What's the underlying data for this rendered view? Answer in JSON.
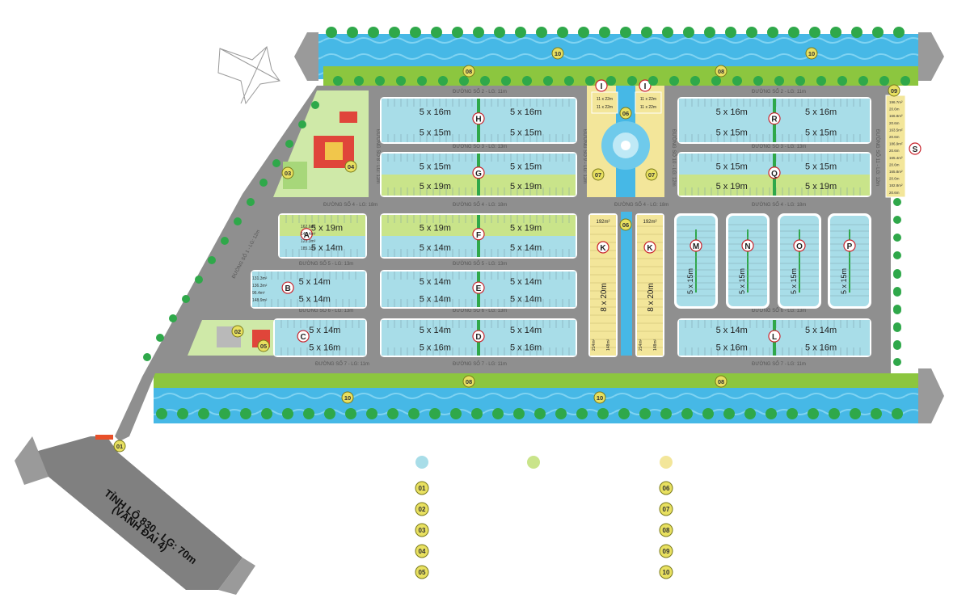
{
  "colors": {
    "lot_blue": "#a8dde8",
    "lot_green": "#c9e48a",
    "lot_yellow": "#f3e69a",
    "water": "#46b8e6",
    "tree": "#2fa84a",
    "road": "#8f8f8f",
    "marker": "#7a7a1a"
  },
  "roads": {
    "highway_line1": "TỈNH LỘ 830 - LG: 70m",
    "highway_line2": "(VÀNH ĐAI 4)",
    "r2": "ĐƯỜNG SỐ 2 - LG: 11m",
    "r3": "ĐƯỜNG SỐ 3 - LG: 13m",
    "r4": "ĐƯỜNG SỐ 4 - LG: 18m",
    "r5": "ĐƯỜNG SỐ 5 - LG: 13m",
    "r6": "ĐƯỜNG SỐ 6 - LG: 13m",
    "r7": "ĐƯỜNG SỐ 7 - LG: 11m",
    "r8": "ĐƯỜNG SỐ 8 - LG: 12m",
    "r9": "ĐƯỜNG SỐ 9 - LG: 12m",
    "r10": "ĐƯỜNG SỐ 10 - LG: 12m",
    "r11": "ĐƯỜNG SỐ 11 - LG: 12m",
    "r12": "ĐƯỜNG SỐ 1 - LG: 12m"
  },
  "blocks": [
    {
      "id": "H",
      "row1": "5 x 16m",
      "row2": "5 x 15m",
      "row1b": "5 x 16m",
      "row2b": "5 x 15m"
    },
    {
      "id": "G",
      "row1": "5 x 15m",
      "row2": "5 x 19m",
      "row1b": "5 x 15m",
      "row2b": "5 x 19m"
    },
    {
      "id": "R",
      "row1": "5 x 16m",
      "row2": "5 x 15m",
      "row1b": "5 x 16m",
      "row2b": "5 x 15m"
    },
    {
      "id": "Q",
      "row1": "5 x 15m",
      "row2": "5 x 19m",
      "row1b": "5 x 15m",
      "row2b": "5 x 19m"
    },
    {
      "id": "F",
      "row1": "5 x 19m",
      "row2": "5 x 14m",
      "row1b": "5 x 19m",
      "row2b": "5 x 14m"
    },
    {
      "id": "E",
      "row1": "5 x 14m",
      "row2": "5 x 14m",
      "row1b": "5 x 14m",
      "row2b": "5 x 14m"
    },
    {
      "id": "D",
      "row1": "5 x 14m",
      "row2": "5 x 16m",
      "row1b": "5 x 14m",
      "row2b": "5 x 16m"
    },
    {
      "id": "L",
      "row1": "5 x 14m",
      "row2": "5 x 16m",
      "row1b": "5 x 14m",
      "row2b": "5 x 16m"
    },
    {
      "id": "A",
      "row1": "5 x 19m",
      "row2": "5 x 14m"
    },
    {
      "id": "B",
      "row1": "5 x 14m",
      "row2": "5 x 14m"
    },
    {
      "id": "C",
      "row1": "5 x 14m",
      "row2": "5 x 16m"
    }
  ],
  "small_blocks": [
    "M",
    "N",
    "O",
    "P"
  ],
  "small_block_dim": "5 x 15m",
  "k_blocks": {
    "label": "K",
    "dim": "8 x 20m",
    "top": "192m²",
    "bottom": "214m²",
    "bottom2": "148m²"
  },
  "i_blocks": {
    "label": "I",
    "a": "11 x 22m",
    "b": "11 x 22m"
  },
  "s_label": "S",
  "block_a_areas": [
    "162.6m²",
    "146.4m²",
    "123.3m²",
    "185.1m²"
  ],
  "block_b_areas": [
    "131.3m²",
    "136.3m²",
    "96.4m²",
    "148.9m²"
  ],
  "s_areas": [
    "196.7m²",
    "20.6m",
    "166.8m²",
    "20.6m",
    "163.5m²",
    "20.6m",
    "186.9m²",
    "20.6m",
    "165.4m²",
    "20.6m",
    "165.8m²",
    "20.6m",
    "182.8m²",
    "20.6m"
  ],
  "markers": {
    "m01": "01",
    "m02": "02",
    "m03": "03",
    "m04": "04",
    "m05": "05",
    "m06": "06",
    "m07": "07",
    "m08": "08",
    "m09": "09",
    "m10": "10"
  },
  "legend": {
    "codes": [
      "01",
      "02",
      "03",
      "04",
      "05",
      "06",
      "07",
      "08",
      "09",
      "10"
    ]
  }
}
